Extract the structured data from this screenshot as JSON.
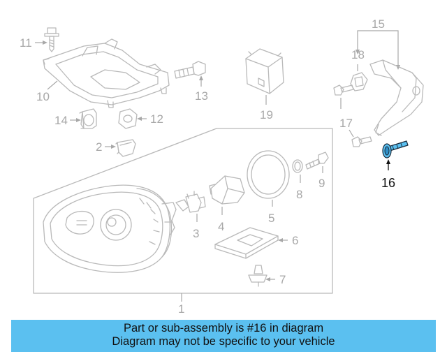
{
  "diagram": {
    "callouts": {
      "c1": "1",
      "c2": "2",
      "c3": "3",
      "c4": "4",
      "c5": "5",
      "c6": "6",
      "c7": "7",
      "c8": "8",
      "c9": "9",
      "c10": "10",
      "c11": "11",
      "c12": "12",
      "c13": "13",
      "c14": "14",
      "c15": "15",
      "c16": "16",
      "c17": "17",
      "c18": "18",
      "c19": "19"
    },
    "highlighted_part": "16",
    "colors": {
      "highlight": "#5bc0f0",
      "parts": "#b9b9b9",
      "callouts": "#a8a8a8",
      "banner": "#5bc0f0"
    }
  },
  "banner": {
    "line1": "Part or sub-assembly is #16 in diagram",
    "line2": "Diagram may not be specific to your vehicle"
  }
}
